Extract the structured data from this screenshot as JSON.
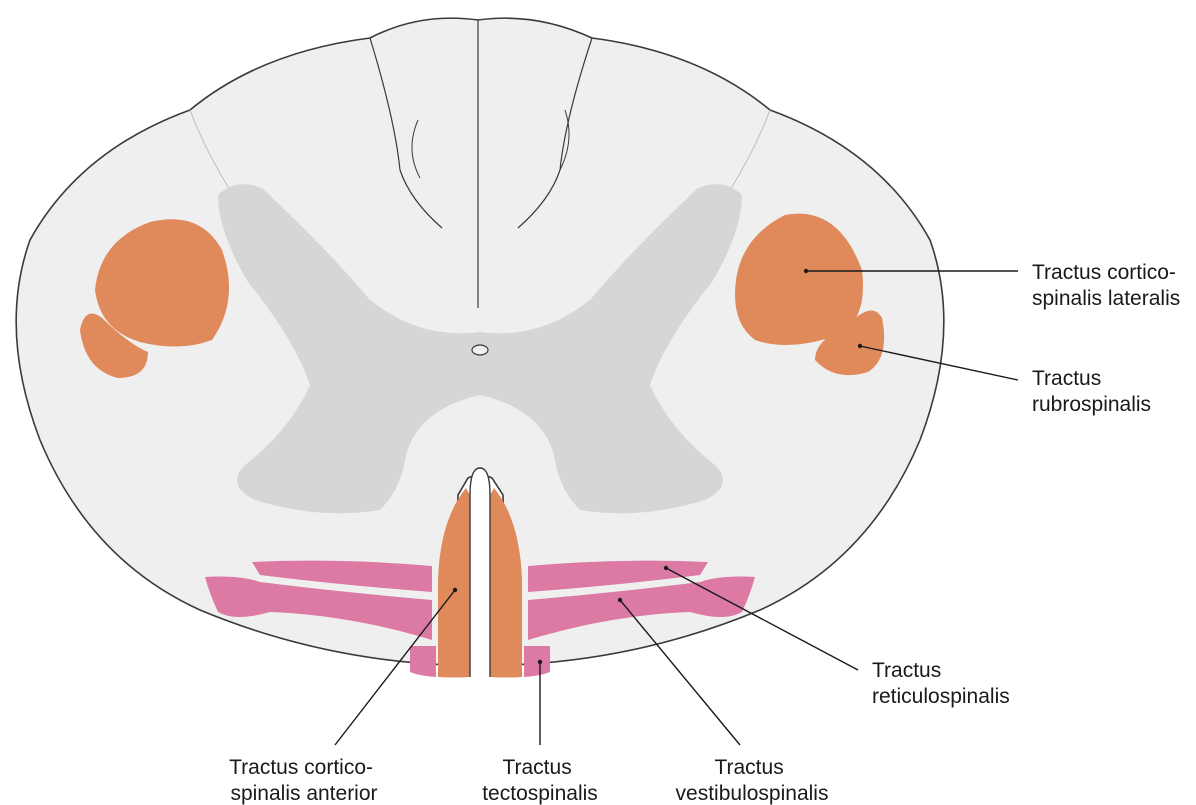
{
  "colors": {
    "background": "#ffffff",
    "white_matter": "#efefef",
    "grey_matter": "#d6d6d6",
    "outline": "#3a3a3a",
    "motor_tract_orange": "#e08a5c",
    "motor_tract_pink": "#dc7aa4"
  },
  "labels": {
    "corticospinal_lateral": [
      "Tractus cortico-",
      "spinalis lateralis"
    ],
    "rubrospinal": [
      "Tractus",
      "rubrospinalis"
    ],
    "reticulospinal": [
      "Tractus",
      "reticulospinalis"
    ],
    "corticospinal_anterior": [
      "Tractus cortico-",
      "spinalis anterior"
    ],
    "tectospinal": [
      "Tractus",
      "tectospinalis"
    ],
    "vestibulospinal": [
      "Tractus",
      "vestibulospinalis"
    ]
  }
}
